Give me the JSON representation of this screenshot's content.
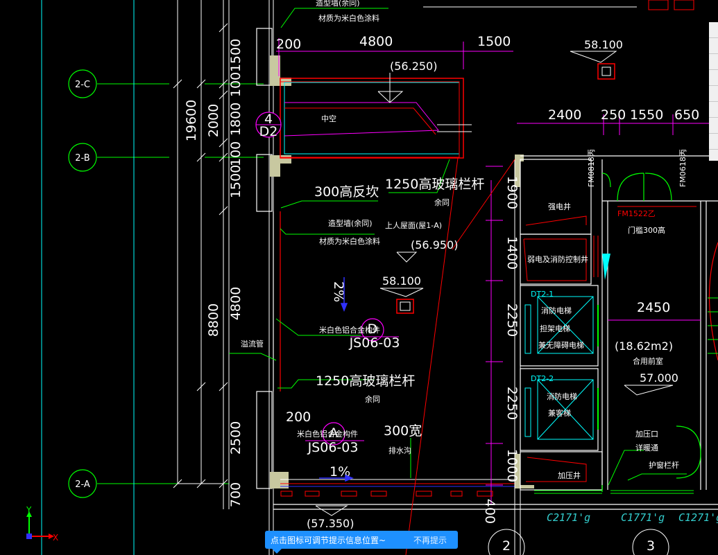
{
  "grid_axes": [
    {
      "id": "2-C"
    },
    {
      "id": "2-B"
    },
    {
      "id": "2-A"
    }
  ],
  "bottom_axes": [
    {
      "id": "2"
    },
    {
      "id": "3"
    }
  ],
  "dims_top": {
    "d200": "200",
    "d4800": "4800",
    "d1500": "1500",
    "d2400": "2400",
    "d250": "250",
    "d1550": "1550",
    "d650": "650",
    "d2450": "2450"
  },
  "dims_vertical": {
    "v19600": "19600",
    "v8800": "8800",
    "v1500a": "1500",
    "v100a": "100",
    "v1800": "1800",
    "v100b": "100",
    "v1500b": "1500",
    "v4800": "4800",
    "v2500": "2500",
    "v700": "700",
    "v2000": "2000",
    "v1900": "1900",
    "v1400": "1400",
    "v2250a": "2250",
    "v2250b": "2250",
    "v1000": "1000",
    "v400": "400"
  },
  "elevations": {
    "e56250": "(56.250)",
    "e58100a": "58.100",
    "e56950": "(56.950)",
    "e58100b": "58.100",
    "e57000": "57.000",
    "e57350": "(57.350)",
    "area": "(18.62m2)"
  },
  "annotations": {
    "n1": "造型墙(余同)",
    "n2": "材质为米白色涂料",
    "n3": "中空",
    "n4": "300高反坎",
    "n5": "1250高玻璃栏杆",
    "n6": "余同",
    "n7": "造型墙(余同)",
    "n8": "材质为米白色涂料",
    "n9": "上人屋面(屋1-A)",
    "n10": "米白色铝合金构件",
    "n11": "溢流管",
    "n12": "1250高玻璃栏杆",
    "n13": "余同",
    "n14": "300宽",
    "n15": "排水沟",
    "n16": "米白色铝合金构件",
    "n17": "强电井",
    "n18": "弱电及消防控制井",
    "n19": "消防电梯",
    "n20": "担架电梯",
    "n21": "兼无障碍电梯",
    "n22": "消防电梯",
    "n23": "兼客梯",
    "n24": "加压井",
    "n25": "合用前室",
    "n26": "门槛300高",
    "n27": "加压口",
    "n28": "详暖通",
    "n29": "护窗栏杆",
    "slope1": "2%",
    "slope2": "1%"
  },
  "detail_tags": {
    "t1_top": "4",
    "t1_bot": "D2",
    "t2_top": "D",
    "t2_bot": "JS06-03",
    "t3_top": "A",
    "t3_bot": "JS06-03"
  },
  "doors": {
    "fm1": "FM0818丙",
    "fm2": "FM0618丙",
    "fm3": "FM1522乙",
    "dt1": "DT2-1",
    "dt2": "DT2-2"
  },
  "windows": {
    "w1": "C2171'g",
    "w2": "C1771'g",
    "w3": "C1271'g"
  },
  "tooltip": {
    "message": "点击图标可调节提示信息位置~",
    "dismiss": "不再提示"
  },
  "ucs": {
    "x": "X",
    "y": "Y"
  },
  "colors": {
    "background": "#000000",
    "grid": "#00ff00",
    "cyan": "#00ffff",
    "red": "#ff0000",
    "magenta": "#ff00ff",
    "white": "#ffffff",
    "yellow_fill": "#c8c8a0",
    "blue": "#3030ff"
  }
}
